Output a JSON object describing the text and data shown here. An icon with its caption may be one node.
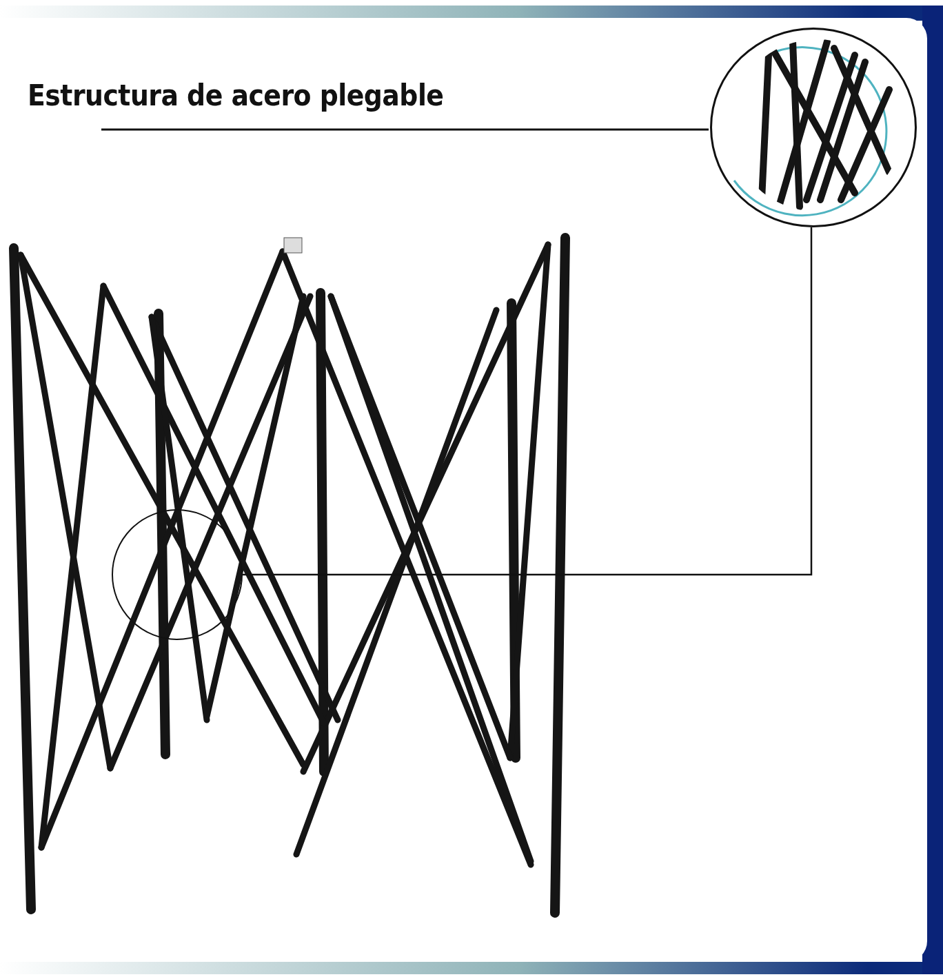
{
  "diagram": {
    "title": "Estructura de acero plegable",
    "nodes": [
      {
        "text": [],
        "shape": "circle"
      },
      {
        "text": [],
        "shape": "picture"
      }
    ],
    "edges": [
      {
        "from": 0,
        "to": 1,
        "arrow": "none"
      }
    ]
  }
}
